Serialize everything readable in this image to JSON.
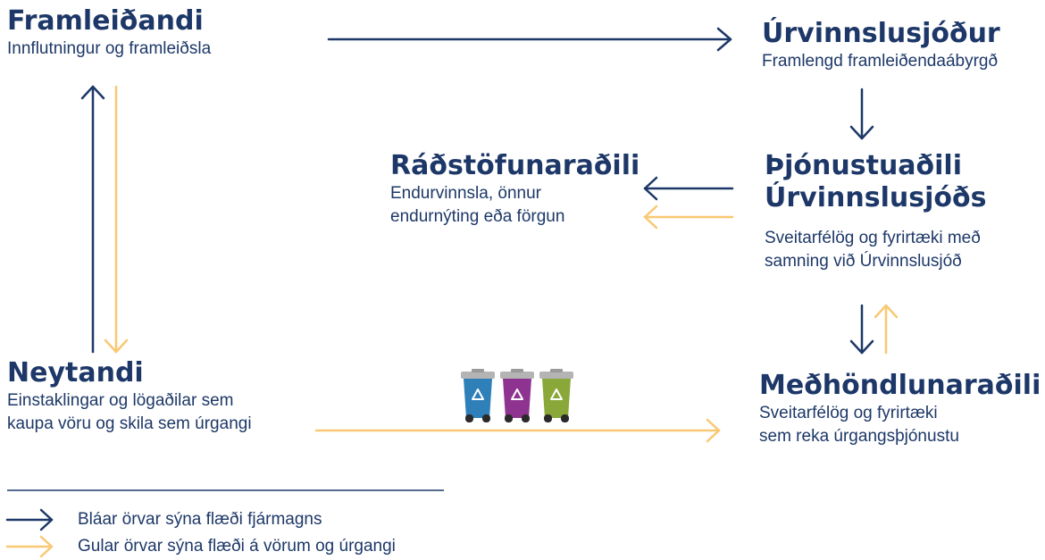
{
  "colors": {
    "blue": "#1d3868",
    "yellow": "#f9c872",
    "bin_blue": "#2f7fb8",
    "bin_purple": "#8e3490",
    "bin_green": "#8aa83a",
    "bin_lid": "#b4b4b4"
  },
  "nodes": {
    "producer": {
      "title": "Framleiðandi",
      "sub": [
        "Innflutningur og framleiðsla"
      ]
    },
    "fund": {
      "title": "Úrvinnslusjóður",
      "sub": [
        "Framlengd framleiðendaábyrgð"
      ]
    },
    "disposal": {
      "title": "Ráðstöfunaraðili",
      "sub": [
        "Endurvinnsla, önnur",
        "endurnýting eða förgun"
      ]
    },
    "service": {
      "title": [
        "Þjónustuaðili",
        "Úrvinnslusjóðs"
      ],
      "sub": [
        "Sveitarfélög og fyrirtæki með",
        "samning við Úrvinnslusjóð"
      ]
    },
    "consumer": {
      "title": "Neytandi",
      "sub": [
        "Einstaklingar og lögaðilar sem",
        "kaupa vöru og skila sem úrgangi"
      ]
    },
    "handler": {
      "title": "Meðhöndlunaraðili",
      "sub": [
        "Sveitarfélög og fyrirtæki",
        "sem reka úrgangsþjónustu"
      ]
    }
  },
  "legend": {
    "blue": "Bláar örvar sýna flæði fjármagns",
    "yellow": "Gular örvar sýna flæði á vörum og úrgangi"
  },
  "icons": [
    "recycling-bin-icon",
    "recycle-symbol-icon"
  ]
}
